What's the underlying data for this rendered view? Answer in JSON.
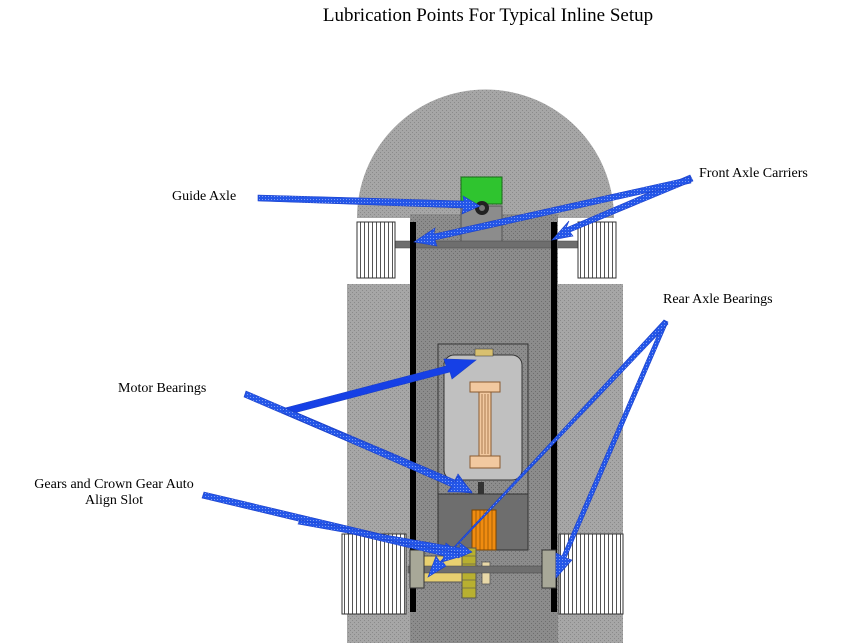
{
  "title": "Lubrication Points For Typical Inline Setup",
  "labels": {
    "guide_axle": "Guide Axle",
    "front_axle_carriers": "Front Axle Carriers",
    "rear_axle_bearings": "Rear Axle Bearings",
    "motor_bearings": "Motor Bearings",
    "gears_line1": "Gears and Crown Gear Auto",
    "gears_line2": "Align Slot"
  },
  "colors": {
    "body_gray": "#a6a6a6",
    "chassis_gray": "#8c8c8c",
    "guide_green": "#2fc42f",
    "arrow_blue": "#1f4fe0",
    "motor_can": "#c0c0c0",
    "armature_tan": "#f2c9a0",
    "gear_orange": "#f08c10",
    "crown_yellow": "#e8d070",
    "wheel_white": "#ffffff",
    "rail_black": "#000000"
  },
  "icons": {
    "guide_axle": "guide-flag-icon",
    "arrows": "arrow-icon"
  }
}
